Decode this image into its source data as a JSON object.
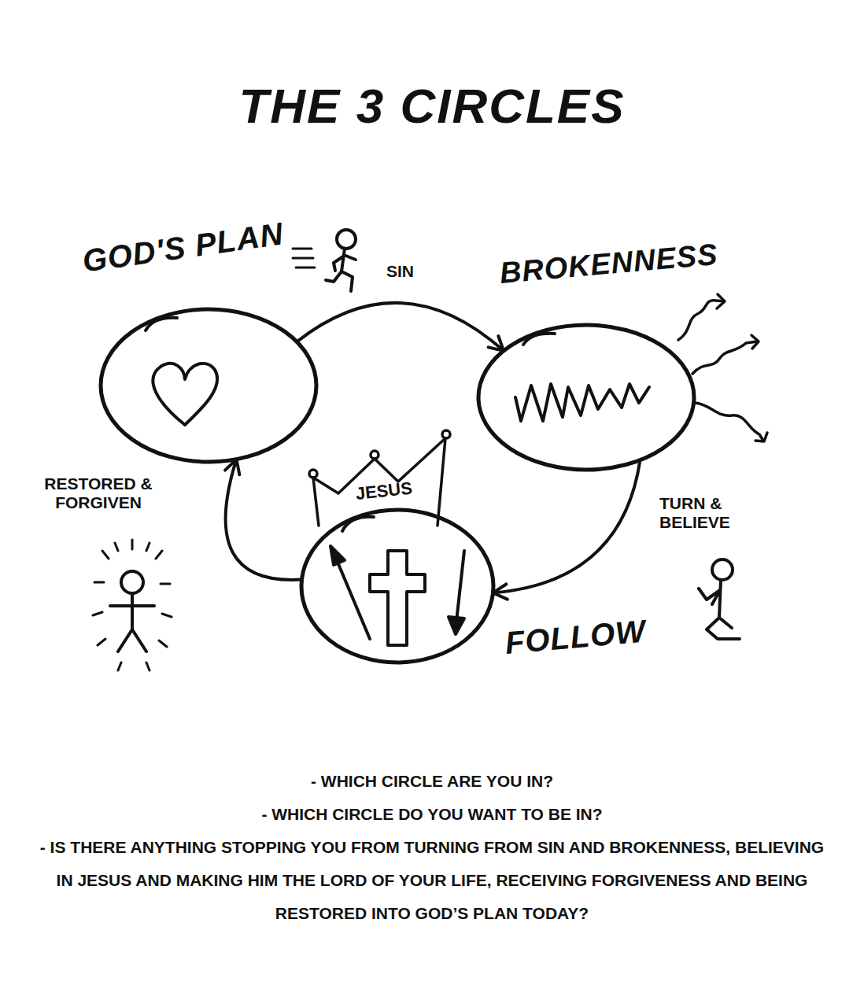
{
  "diagram": {
    "title": "THE 3 CIRCLES",
    "nodes": [
      {
        "text": [
          "GOD'S PLAN"
        ]
      },
      {
        "text": [
          "BROKENNESS"
        ]
      },
      {
        "text": [
          "JESUS",
          "FOLLOW"
        ]
      }
    ],
    "edges": [
      {
        "from": 0,
        "to": 1,
        "arrow": "to",
        "label": "SIN"
      },
      {
        "from": 1,
        "to": 2,
        "arrow": "to",
        "label": "TURN & BELIEVE"
      },
      {
        "from": 2,
        "to": 0,
        "arrow": "to",
        "label": "RESTORED & FORGIVEN"
      }
    ],
    "labels": [
      "- WHICH CIRCLE ARE YOU IN?",
      "- WHICH CIRCLE DO YOU WANT TO BE IN?",
      "- IS THERE ANYTHING STOPPING YOU FROM TURNING FROM SIN AND BROKENNESS, BELIEVING IN JESUS AND MAKING HIM THE LORD OF YOUR LIFE, RECEIVING FORGIVENESS AND BEING RESTORED INTO GOD’S PLAN TODAY?"
    ]
  }
}
